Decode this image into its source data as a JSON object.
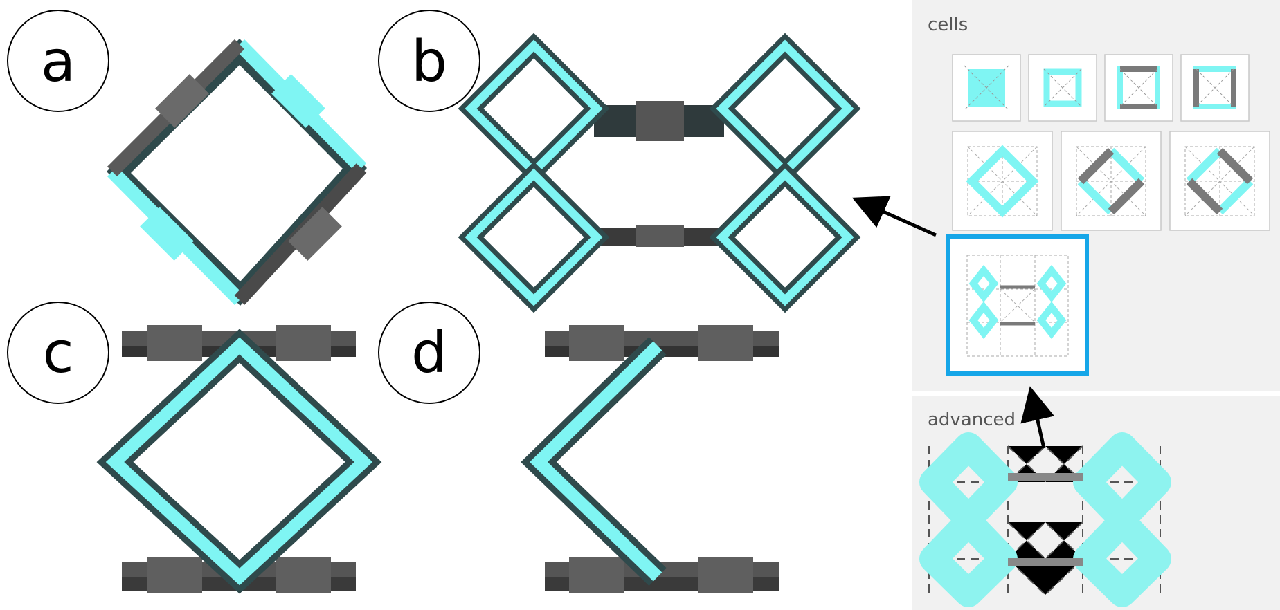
{
  "colors": {
    "cyan": "#7ff5f3",
    "cyan_dark": "#3fd8e0",
    "teal_dark": "#2f4a4c",
    "gray_beam": "#5f5f5f",
    "gray_dark": "#3a3a3a",
    "panel_bg": "#f1f1f1",
    "tile_border": "#c8c8c8",
    "selected_border": "#16a6e8"
  },
  "labels": {
    "a": "a",
    "b": "b",
    "c": "c",
    "d": "d"
  },
  "panel": {
    "cells_title": "cells",
    "advanced_title": "advanced"
  },
  "cells": [
    {
      "icon": "solid-square-cell-icon"
    },
    {
      "icon": "cyan-frame-cell-icon"
    },
    {
      "icon": "gray-horizontal-cell-icon"
    },
    {
      "icon": "gray-vertical-cell-icon"
    },
    {
      "icon": "cyan-diamond-cell-icon"
    },
    {
      "icon": "mixed-diamond-cell-icon-1"
    },
    {
      "icon": "mixed-diamond-cell-icon-2"
    },
    {
      "icon": "advanced-composite-cell-icon",
      "selected": true
    }
  ]
}
